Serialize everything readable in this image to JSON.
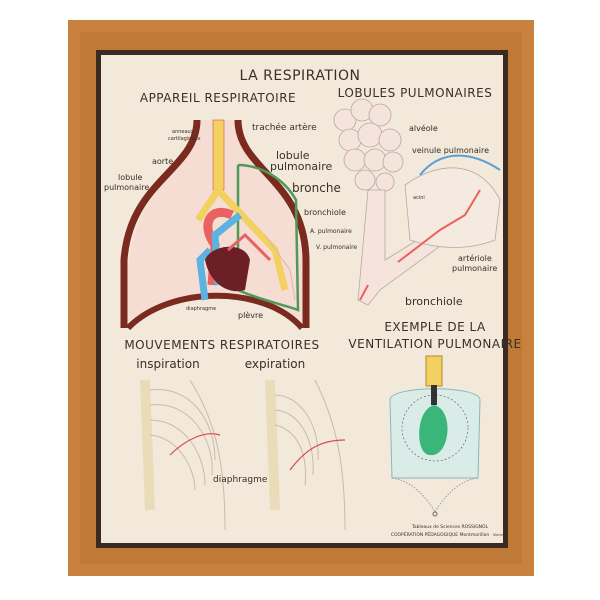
{
  "poster": {
    "title": "LA RESPIRATION",
    "sections": {
      "appareil": {
        "heading": "APPAREIL RESPIRATOIRE",
        "labels": {
          "trachee": "trachée artère",
          "anneaux_1": "anneaux",
          "anneaux_2": "cartilagineux",
          "aorte": "aorte",
          "lobule_left_1": "lobule",
          "lobule_left_2": "pulmonaire",
          "lobule_right_1": "lobule",
          "lobule_right_2": "pulmonaire",
          "bronche": "bronche",
          "bronchiole": "bronchiole",
          "a_pulmonaire": "A. pulmonaire",
          "v_pulmonaire": "V. pulmonaire",
          "diaphragme": "diaphragme",
          "plevre": "plèvre"
        }
      },
      "lobules": {
        "heading": "LOBULES PULMONAIRES",
        "labels": {
          "alveole": "alvéole",
          "veinule": "veinule pulmonaire",
          "acini": "acini",
          "arteriole_1": "artériole",
          "arteriole_2": "pulmonaire",
          "bronchiole": "bronchiole"
        }
      },
      "mouvements": {
        "heading": "MOUVEMENTS RESPIRATOIRES",
        "inspiration": "inspiration",
        "expiration": "expiration",
        "diaphragme": "diaphragme"
      },
      "ventilation": {
        "heading_1": "EXEMPLE DE LA",
        "heading_2": "VENTILATION PULMONAIRE"
      }
    },
    "credits": {
      "line_1": "Tableaux de Sciences ROSSIGNOL",
      "line_2": "COOPÉRATION PÉDAGOGIQUE  Montmorillon",
      "line_3": "Vienne"
    }
  },
  "colors": {
    "frame_wood": "#c8823e",
    "paper": "#f2e9da",
    "artery_red": "#e9625f",
    "vein_blue": "#5cb2e0",
    "trachea_yellow": "#f3d160",
    "rib_brown": "#7a2a1e",
    "pleura_green": "#4f9a58",
    "lung_green": "#3bb67a"
  }
}
